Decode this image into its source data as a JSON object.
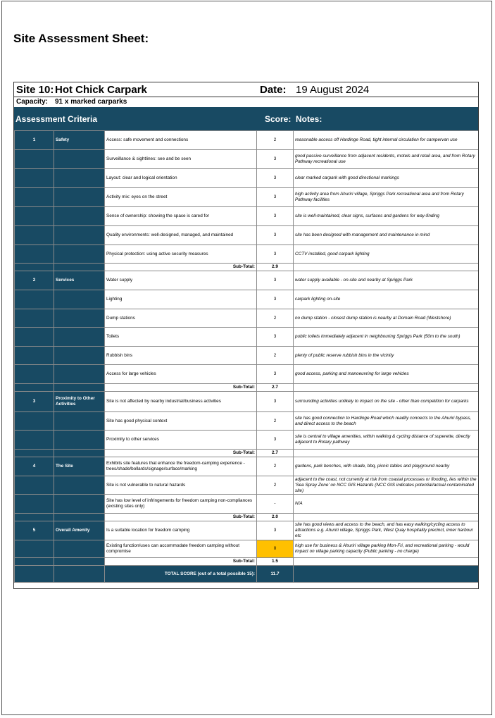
{
  "page_title": "Site Assessment Sheet:",
  "header": {
    "site_label": "Site 10:",
    "site_name": "Hot Chick Carpark",
    "date_label": "Date:",
    "date_value": "19 August 2024",
    "capacity_label": "Capacity:",
    "capacity_value": "91 x marked carparks"
  },
  "columns": {
    "criteria": "Assessment Criteria",
    "score": "Score:",
    "notes": "Notes:"
  },
  "sections": [
    {
      "num": "1",
      "name": "Safety",
      "rows": [
        {
          "criterion": "Access: safe movement and connections",
          "score": "2",
          "note": "reasonable access off Hardinge Road, tight internal circulation for campervan use"
        },
        {
          "criterion": "Surveillance & sightlines: see and be seen",
          "score": "3",
          "note": "good passive surveillance from adjacent residents, motels and retail area, and from Rotary Pathway recreational use"
        },
        {
          "criterion": "Layout: clear and logical orientation",
          "score": "3",
          "note": "clear marked carpark with good directional markings"
        },
        {
          "criterion": "Activity mix: eyes on the street",
          "score": "3",
          "note": "high activity area from Ahuriri village, Spriggs Park recreational area and from Rotary Pathway facilities"
        },
        {
          "criterion": "Sense of ownership: showing the space is cared for",
          "score": "3",
          "note": "site is well-maintained, clear signs, surfaces and gardens for way-finding"
        },
        {
          "criterion": "Quality environments: well-designed, managed, and maintained",
          "score": "3",
          "note": "site has been designed with management and maintenance in mind"
        },
        {
          "criterion": "Physical protection: using active security measures",
          "score": "3",
          "note": "CCTV installed, good carpark lighting"
        }
      ],
      "subtotal_label": "Sub-Total:",
      "subtotal": "2.9"
    },
    {
      "num": "2",
      "name": "Services",
      "rows": [
        {
          "criterion": "Water supply",
          "score": "3",
          "note": "water supply available - on-site and nearby at Spriggs Park"
        },
        {
          "criterion": "Lighting",
          "score": "3",
          "note": "carpark lighting on-site"
        },
        {
          "criterion": "Dump stations",
          "score": "2",
          "note": "no dump station - closest dump station is nearby at Domain Road (Westshore)"
        },
        {
          "criterion": "Toilets",
          "score": "3",
          "note": "public toilets immediately adjacent in neighbouring Spriggs Park (50m to the south)"
        },
        {
          "criterion": "Rubbish bins",
          "score": "2",
          "note": "plenty of public reserve rubbish bins in the vicinity"
        },
        {
          "criterion": "Access for large vehicles",
          "score": "3",
          "note": "good access, parking and manoeuvring for large vehicles"
        }
      ],
      "subtotal_label": "Sub-Total:",
      "subtotal": "2.7"
    },
    {
      "num": "3",
      "name": "Proximity to Other Activities",
      "rows": [
        {
          "criterion": "Site is not affected by nearby industrial/business activities",
          "score": "3",
          "note": "surrounding activities unlikely to impact on the site - other than competition for carparks"
        },
        {
          "criterion": "Site has good physical context",
          "score": "2",
          "note": "site has good connection to Hardinge Road which readily connects to the Ahuriri bypass, and direct access to the beach"
        },
        {
          "criterion": "Proximity to other services",
          "score": "3",
          "note": "site is central to village amenities, within walking & cycling distance of superette, directly adjacent to Rotary pathway"
        }
      ],
      "subtotal_label": "Sub-Total:",
      "subtotal": "2.7"
    },
    {
      "num": "4",
      "name": "The Site",
      "rows": [
        {
          "criterion": "Exhibits site features that enhance the freedom-camping experience - trees/shade/bollards/signage/surface/marking",
          "score": "2",
          "note": "gardens, park benches, with shade, bbq, picnic tables and playground nearby"
        },
        {
          "criterion": "Site is not vulnerable to natural hazards",
          "score": "2",
          "note": "adjacent to the coast, not currently at risk from coastal processes or flooding, lies within the 'Sea Spray Zone' on NCC GIS Hazards (NCC GIS indicates potential/actual contaminated site)"
        },
        {
          "criterion": "Site has low level of infringements for freedom camping non-compliances (existing sites only)",
          "score": "-",
          "note": "N/A"
        }
      ],
      "subtotal_label": "Sub-Total:",
      "subtotal": "2.0"
    },
    {
      "num": "5",
      "name": "Overall Amenity",
      "rows": [
        {
          "criterion": "Is a suitable location for freedom camping",
          "score": "3",
          "note": "site has good views and access to the beach, and has easy walking/cycling access to attractions e.g. Ahuriri village, Spriggs Park, West Quay hospitality precinct, inner harbour etc"
        },
        {
          "criterion": "Existing function/uses can accommodate freedom camping without compromise",
          "score": "0",
          "note": "high use for business & Ahuriri village parking Mon-Fri, and recreational parking - would impact on village parking capacity (Public parking - no charge)"
        }
      ],
      "subtotal_label": "Sub-Total:",
      "subtotal": "1.5"
    }
  ],
  "total_label": "TOTAL SCORE (out of a total possible 15):",
  "total_score": "11.7",
  "colors": {
    "header_bg": "#184a63",
    "highlight": "#ffc000"
  }
}
